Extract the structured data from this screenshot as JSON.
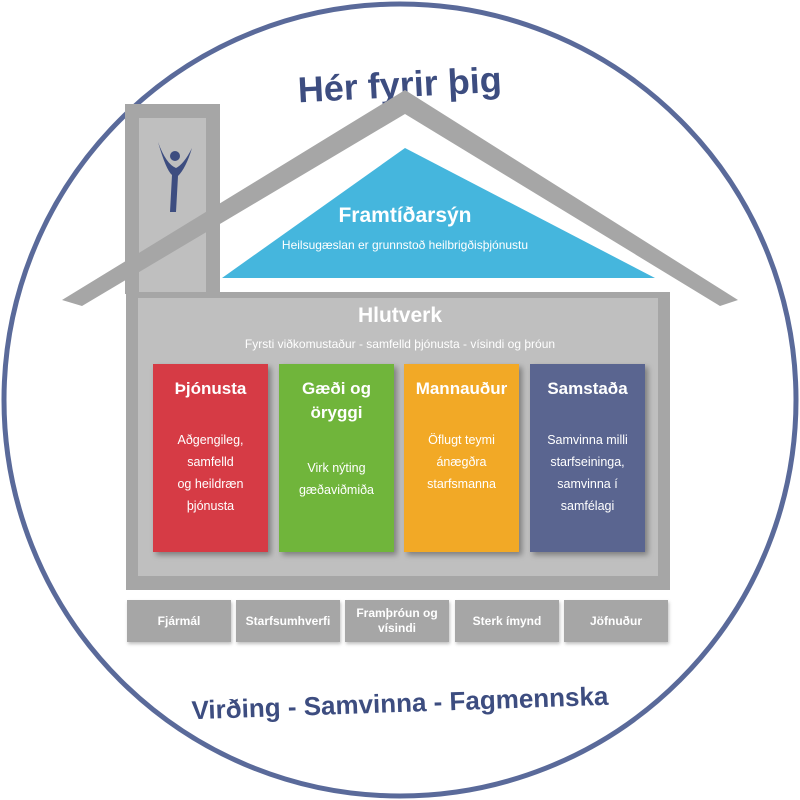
{
  "top_title": "Hér fyrir þig",
  "bottom_values": "Virðing - Samvinna - Fagmennska",
  "roof": {
    "title": "Framtíðarsýn",
    "subtitle": "Heilsugæslan er grunnstoð heilbrigðisþjónustu"
  },
  "mission": {
    "title": "Hlutverk",
    "subtitle": "Fyrsti viðkomustaður - samfelld þjónusta - vísindi og þróun"
  },
  "pillars": [
    {
      "title_lines": [
        "Þjónusta"
      ],
      "body_lines": [
        "Aðgengileg,",
        "samfelld",
        "og heildræn",
        "þjónusta"
      ],
      "color": "#d63a44"
    },
    {
      "title_lines": [
        "Gæði og",
        "öryggi"
      ],
      "body_lines": [
        "Virk nýting",
        "gæðaviðmiða"
      ],
      "color": "#6fb53a"
    },
    {
      "title_lines": [
        "Mannauður"
      ],
      "body_lines": [
        "Öflugt teymi",
        "ánægðra",
        "starfsmanna"
      ],
      "color": "#f2a928"
    },
    {
      "title_lines": [
        "Samstaða"
      ],
      "body_lines": [
        "Samvinna milli",
        "starfseininga,",
        "samvinna í",
        "samfélagi"
      ],
      "color": "#5a6590"
    }
  ],
  "foundation": [
    {
      "lines": [
        "Fjármál"
      ]
    },
    {
      "lines": [
        "Starfsumhverfi"
      ]
    },
    {
      "lines": [
        "Framþróun og",
        "vísindi"
      ]
    },
    {
      "lines": [
        "Sterk ímynd"
      ]
    },
    {
      "lines": [
        "Jöfnuður"
      ]
    }
  ],
  "colors": {
    "circle": "#5a6a9a",
    "house_gray": "#bfbfbf",
    "house_dark": "#a6a6a6",
    "roof_blue": "#45b6dd",
    "text_navy": "#3d4d80"
  },
  "logo_icon": "person-arms-raised-icon"
}
